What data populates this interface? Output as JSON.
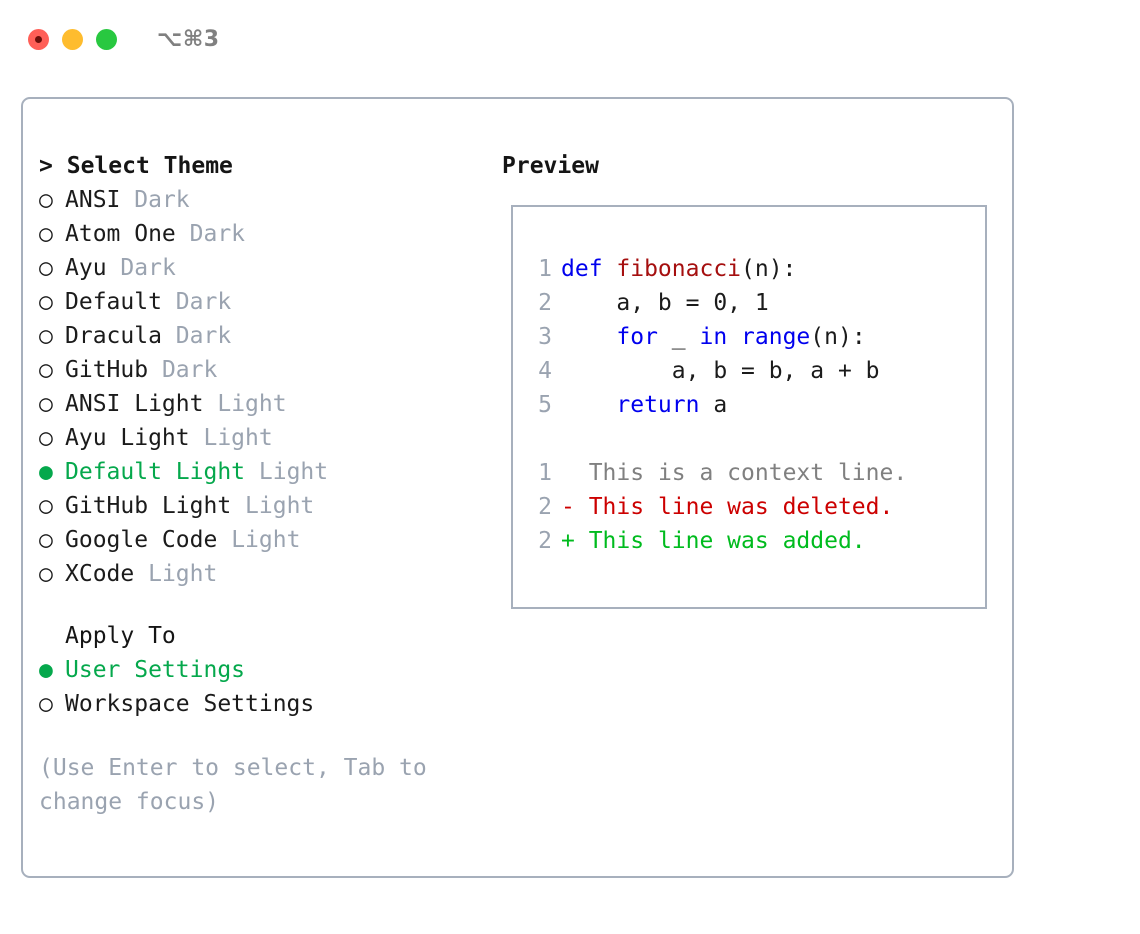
{
  "titlebar": {
    "shortcut": "⌥⌘3",
    "lights": [
      {
        "name": "close",
        "color": "#FF5F57",
        "recording": true
      },
      {
        "name": "minimize",
        "color": "#FEBC2E",
        "recording": false
      },
      {
        "name": "maximize",
        "color": "#28C840",
        "recording": false
      }
    ]
  },
  "colors": {
    "accent_green": "#05a84c",
    "muted_gray": "#9aa3b0",
    "border": "#a7b0bd",
    "keyword_blue": "#0000EE",
    "function_red": "#a50f0f",
    "diff_delete": "#cc0000",
    "diff_add": "#00bb1e"
  },
  "theme_panel": {
    "header_marker": ">",
    "header": "Select Theme",
    "items": [
      {
        "marker": "○",
        "name": "ANSI",
        "category": "Dark",
        "selected": false
      },
      {
        "marker": "○",
        "name": "Atom One",
        "category": "Dark",
        "selected": false
      },
      {
        "marker": "○",
        "name": "Ayu",
        "category": "Dark",
        "selected": false
      },
      {
        "marker": "○",
        "name": "Default",
        "category": "Dark",
        "selected": false
      },
      {
        "marker": "○",
        "name": "Dracula",
        "category": "Dark",
        "selected": false
      },
      {
        "marker": "○",
        "name": "GitHub",
        "category": "Dark",
        "selected": false
      },
      {
        "marker": "○",
        "name": "ANSI Light",
        "category": "Light",
        "selected": false
      },
      {
        "marker": "○",
        "name": "Ayu Light",
        "category": "Light",
        "selected": false
      },
      {
        "marker": "●",
        "name": "Default Light",
        "category": "Light",
        "selected": true
      },
      {
        "marker": "○",
        "name": "GitHub Light",
        "category": "Light",
        "selected": false
      },
      {
        "marker": "○",
        "name": "Google Code",
        "category": "Light",
        "selected": false
      },
      {
        "marker": "○",
        "name": "XCode",
        "category": "Light",
        "selected": false
      }
    ]
  },
  "apply_to": {
    "header": "Apply To",
    "items": [
      {
        "marker": "●",
        "name": "User Settings",
        "selected": true
      },
      {
        "marker": "○",
        "name": "Workspace Settings",
        "selected": false
      }
    ]
  },
  "hint": "(Use Enter to select, Tab to change focus)",
  "preview": {
    "header": "Preview",
    "code_lines": [
      {
        "number": "1",
        "tokens": [
          {
            "text": "def ",
            "style": "kw"
          },
          {
            "text": "fibonacci",
            "style": "fn"
          },
          {
            "text": "(n):",
            "style": "plain"
          }
        ]
      },
      {
        "number": "2",
        "tokens": [
          {
            "text": "    a, b = 0, 1",
            "style": "plain"
          }
        ]
      },
      {
        "number": "3",
        "tokens": [
          {
            "text": "    ",
            "style": "plain"
          },
          {
            "text": "for",
            "style": "kw"
          },
          {
            "text": " _ ",
            "style": "plain"
          },
          {
            "text": "in ",
            "style": "kw"
          },
          {
            "text": "range",
            "style": "kw"
          },
          {
            "text": "(n):",
            "style": "plain"
          }
        ]
      },
      {
        "number": "4",
        "tokens": [
          {
            "text": "        a, b = b, a + b",
            "style": "plain"
          }
        ]
      },
      {
        "number": "5",
        "tokens": [
          {
            "text": "    ",
            "style": "plain"
          },
          {
            "text": "return",
            "style": "kw"
          },
          {
            "text": " a",
            "style": "plain"
          }
        ]
      }
    ],
    "diff_lines": [
      {
        "number": "1",
        "sign": "  ",
        "text": "This is a context line.",
        "style": "diff-ctx"
      },
      {
        "number": "2",
        "sign": "- ",
        "text": "This line was deleted.",
        "style": "diff-del"
      },
      {
        "number": "2",
        "sign": "+ ",
        "text": "This line was added.",
        "style": "diff-add"
      }
    ]
  }
}
